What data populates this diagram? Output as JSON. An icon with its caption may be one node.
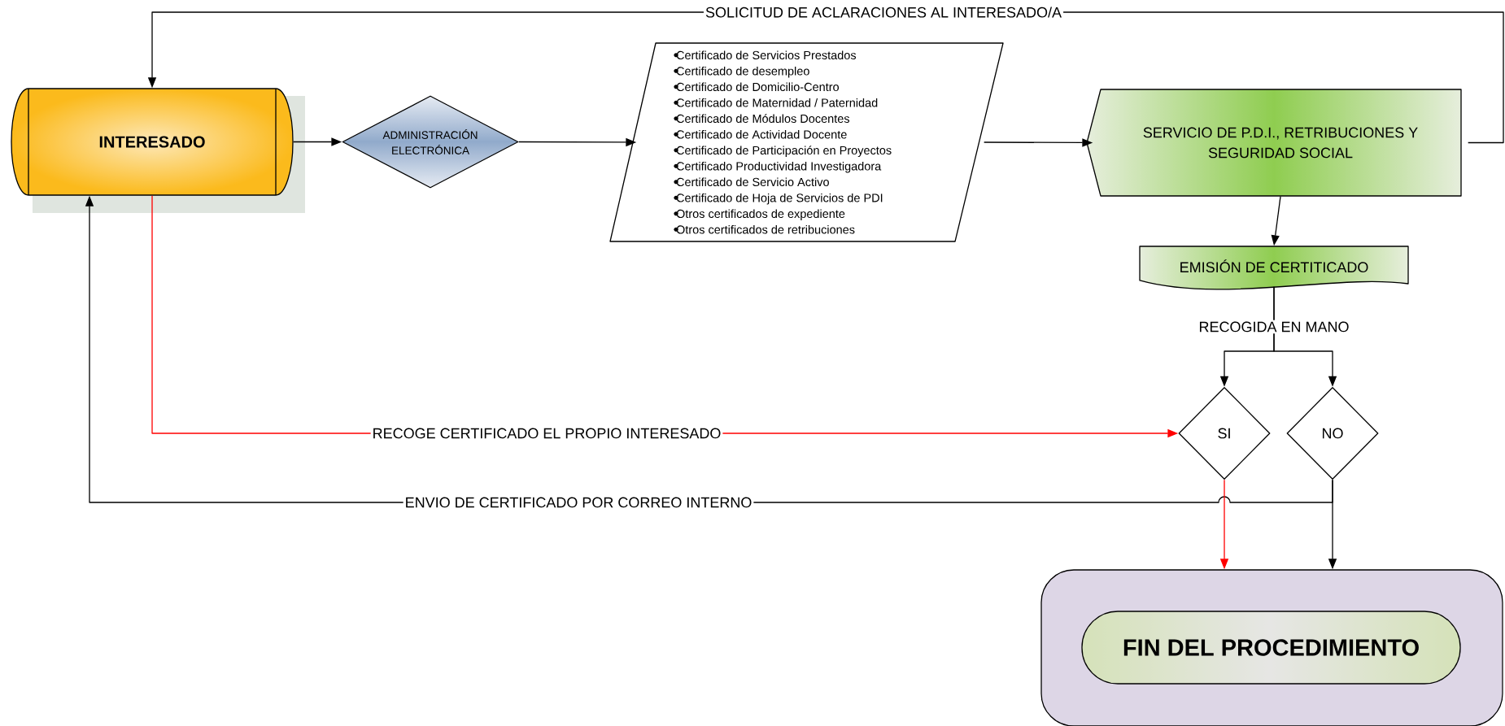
{
  "diagram": {
    "nodes": [
      {
        "text": [
          "INTERESADO"
        ]
      },
      {
        "text": [
          "ADMINISTRACIÓN ELECTRÓNICA"
        ]
      },
      {
        "text": [
          "Certificado de Servicios Prestados",
          "Certificado de desempleo",
          "Certificado de Domicilio-Centro",
          "Certificado de Maternidad / Paternidad",
          "Certificado de Módulos Docentes",
          "Certificado de Actividad Docente",
          "Certificado de Participación en Proyectos",
          "Certificado Productividad Investigadora",
          "Certificado de Servicio Activo",
          "Certificado de Hoja de Servicios de PDI",
          "Otros certificados de expediente",
          "Otros certificados de retribuciones"
        ]
      },
      {
        "text": [
          "SERVICIO DE P.D.I., RETRIBUCIONES Y SEGURIDAD SOCIAL"
        ]
      },
      {
        "text": [
          "EMISIÓN DE CERTITICADO"
        ]
      },
      {
        "text": [
          "SI"
        ]
      },
      {
        "text": [
          "NO"
        ]
      },
      {
        "text": [],
        "shape": "box"
      },
      {
        "text": [
          "FIN DEL PROCEDIMIENTO"
        ],
        "in": 7
      }
    ],
    "edges": [
      {
        "from": 3,
        "to": 0,
        "arrow": "to",
        "label": "SOLICITUD DE ACLARACIONES AL INTERESADO/A"
      },
      {
        "from": 0,
        "to": 1,
        "arrow": "to"
      },
      {
        "from": 1,
        "to": 2,
        "arrow": "to"
      },
      {
        "from": 2,
        "to": 3,
        "arrow": "to"
      },
      {
        "from": 3,
        "to": 4,
        "arrow": "to"
      },
      {
        "from": 4,
        "to": 5,
        "arrow": "to",
        "label": "RECOGIDA EN MANO"
      },
      {
        "from": 4,
        "to": 6,
        "arrow": "to"
      },
      {
        "from": 0,
        "to": 5,
        "arrow": "to",
        "label": "RECOGE CERTIFICADO EL PROPIO INTERESADO",
        "color": "#ff0000"
      },
      {
        "from": 6,
        "to": 0,
        "arrow": "to",
        "label": "ENVIO DE CERTIFICADO POR CORREO INTERNO"
      },
      {
        "from": 5,
        "to": 7,
        "arrow": "to",
        "color": "#ff0000"
      },
      {
        "from": 6,
        "to": 7,
        "arrow": "to"
      }
    ]
  }
}
